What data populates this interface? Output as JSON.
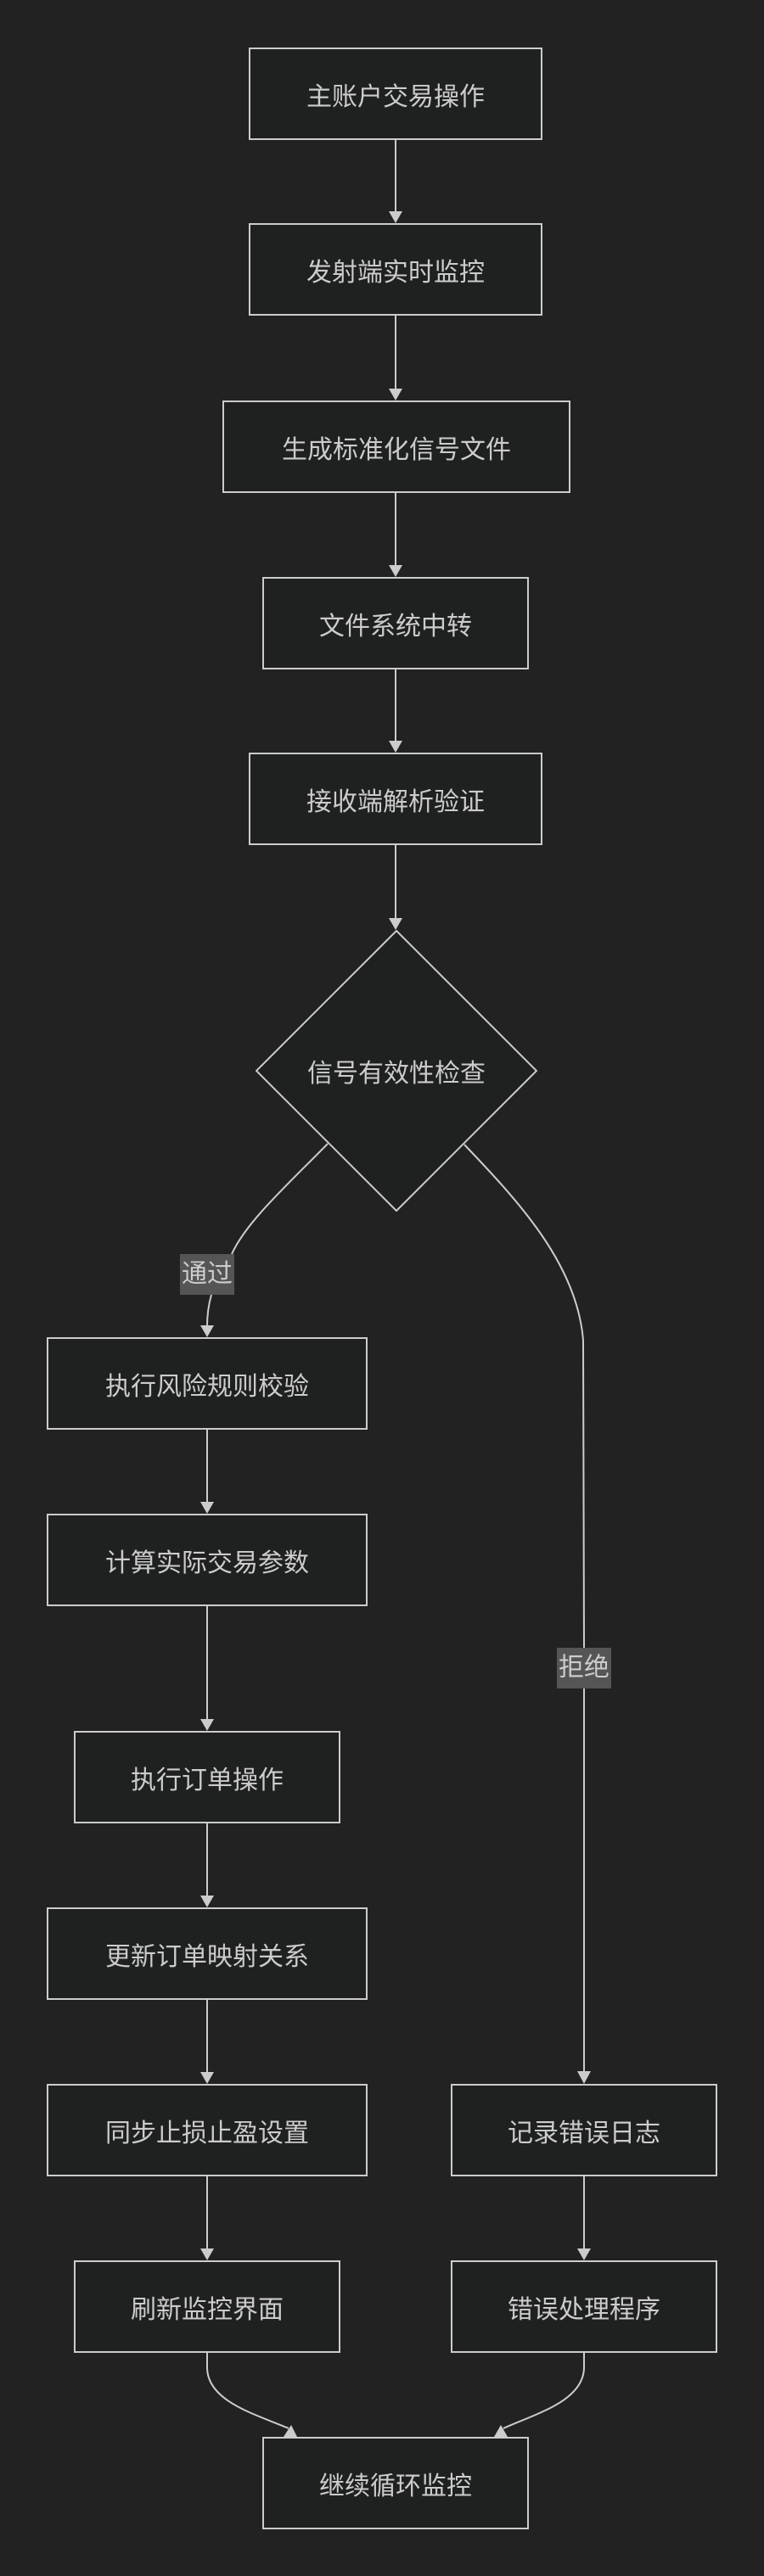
{
  "diagram": {
    "type": "flowchart",
    "direction": "top-down",
    "colors": {
      "background": "#222222",
      "node_fill": "#1f2020",
      "stroke": "#cccccc",
      "text": "#cccccc",
      "edge_label_bg": "#555555"
    },
    "nodes": {
      "main_trade": "主账户交易操作",
      "sender_monitor": "发射端实时监控",
      "gen_signal_file": "生成标准化信号文件",
      "fs_relay": "文件系统中转",
      "receiver_parse": "接收端解析验证",
      "signal_check": "信号有效性检查",
      "risk_check": "执行风险规则校验",
      "calc_params": "计算实际交易参数",
      "exec_order": "执行订单操作",
      "update_mapping": "更新订单映射关系",
      "sync_sltp": "同步止损止盈设置",
      "refresh_ui": "刷新监控界面",
      "log_error": "记录错误日志",
      "error_handler": "错误处理程序",
      "continue_loop": "继续循环监控"
    },
    "edge_labels": {
      "pass": "通过",
      "reject": "拒绝"
    },
    "edges": [
      {
        "from": "main_trade",
        "to": "sender_monitor"
      },
      {
        "from": "sender_monitor",
        "to": "gen_signal_file"
      },
      {
        "from": "gen_signal_file",
        "to": "fs_relay"
      },
      {
        "from": "fs_relay",
        "to": "receiver_parse"
      },
      {
        "from": "receiver_parse",
        "to": "signal_check"
      },
      {
        "from": "signal_check",
        "to": "risk_check",
        "label": "通过"
      },
      {
        "from": "signal_check",
        "to": "log_error",
        "label": "拒绝"
      },
      {
        "from": "risk_check",
        "to": "calc_params"
      },
      {
        "from": "calc_params",
        "to": "exec_order"
      },
      {
        "from": "exec_order",
        "to": "update_mapping"
      },
      {
        "from": "update_mapping",
        "to": "sync_sltp"
      },
      {
        "from": "sync_sltp",
        "to": "refresh_ui"
      },
      {
        "from": "refresh_ui",
        "to": "continue_loop"
      },
      {
        "from": "log_error",
        "to": "error_handler"
      },
      {
        "from": "error_handler",
        "to": "continue_loop"
      }
    ]
  }
}
